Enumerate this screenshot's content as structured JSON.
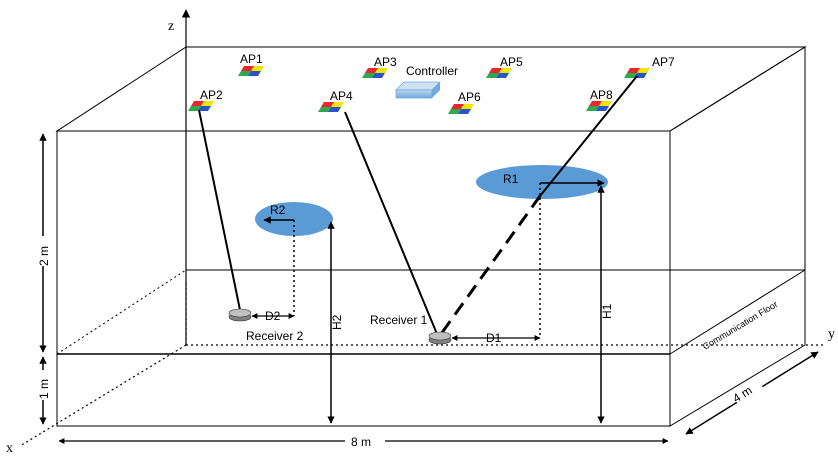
{
  "axes": {
    "x": "x",
    "y": "y",
    "z": "z"
  },
  "access_points": [
    {
      "label": "AP1"
    },
    {
      "label": "AP2"
    },
    {
      "label": "AP3"
    },
    {
      "label": "AP4"
    },
    {
      "label": "AP5"
    },
    {
      "label": "AP6"
    },
    {
      "label": "AP7"
    },
    {
      "label": "AP8"
    }
  ],
  "controller": {
    "label": "Controller"
  },
  "receivers": [
    {
      "label": "Receiver 1"
    },
    {
      "label": "Receiver 2"
    }
  ],
  "regions": [
    {
      "label": "R1"
    },
    {
      "label": "R2"
    }
  ],
  "heights": {
    "h1": "H1",
    "h2": "H2"
  },
  "distances": {
    "d1": "D1",
    "d2": "D2"
  },
  "dimensions": {
    "height_upper": "2 m",
    "height_lower": "1 m",
    "length": "8 m",
    "width": "4 m"
  },
  "floor": {
    "label": "Communication Floor"
  },
  "colors": {
    "region_fill": "#5b9bd5",
    "ap_red": "#e8262c",
    "ap_yellow": "#f2e600",
    "ap_green": "#2fa84f",
    "ap_blue": "#2955c8",
    "controller": "#9dc3e6"
  }
}
